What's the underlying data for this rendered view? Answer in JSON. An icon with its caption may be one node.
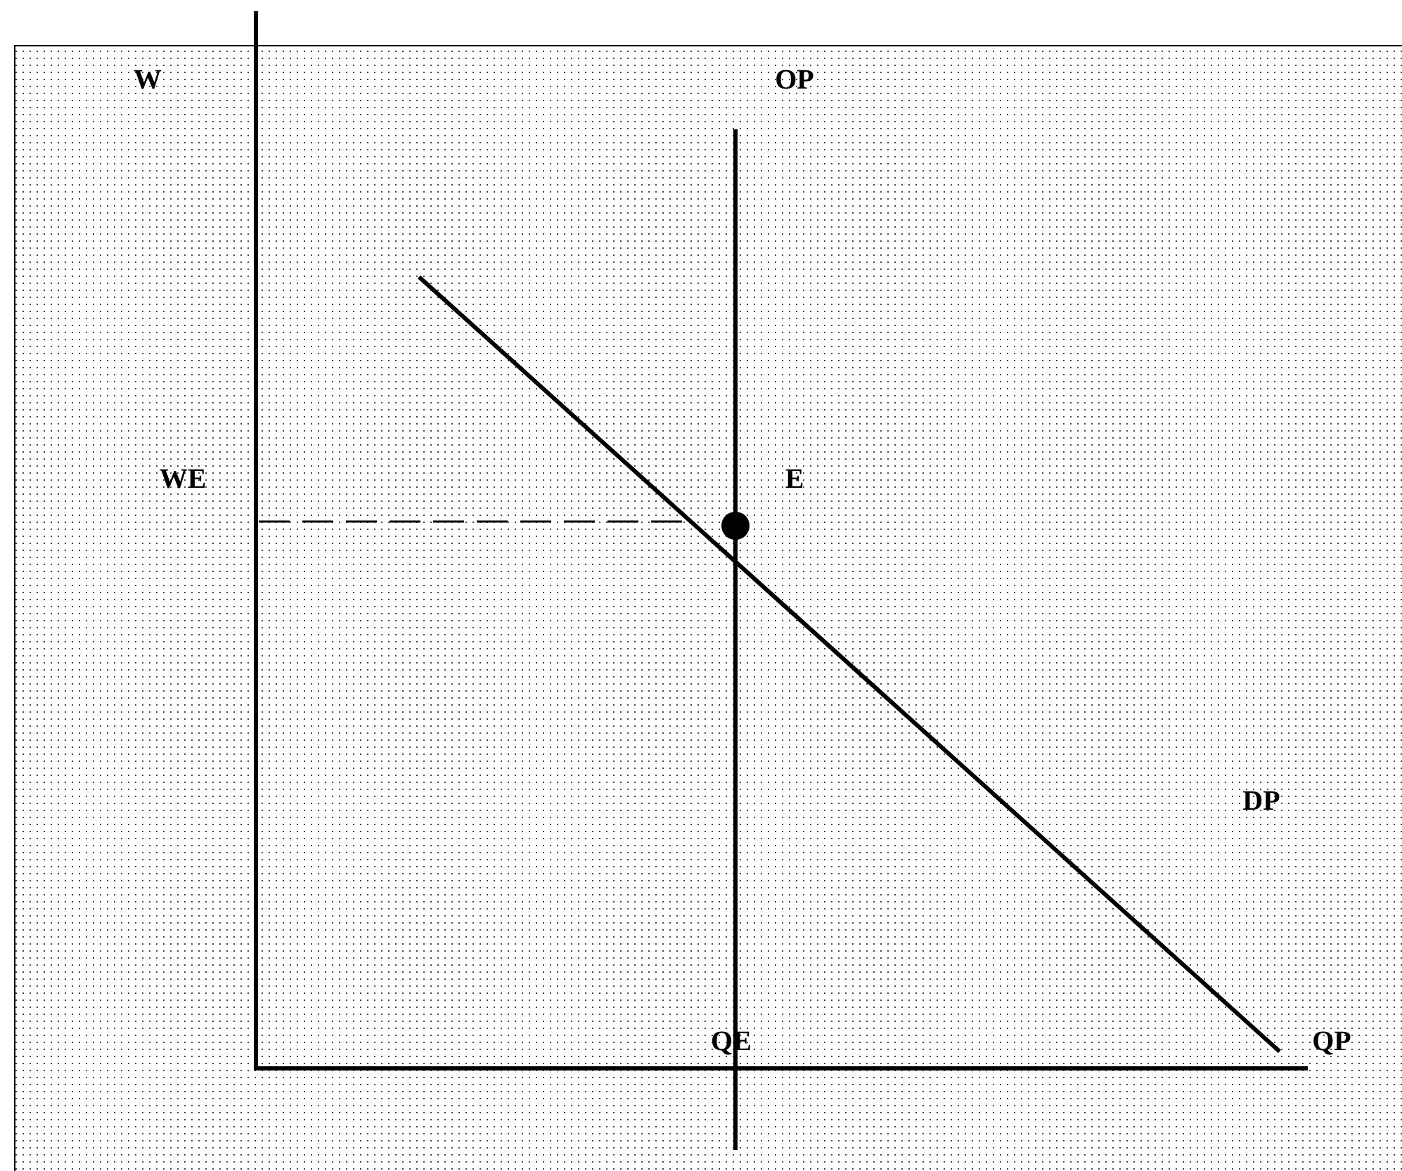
{
  "diagram": {
    "labels": [
      "W",
      "OP",
      "WE",
      "E",
      "DP",
      "QE",
      "QP"
    ]
  }
}
